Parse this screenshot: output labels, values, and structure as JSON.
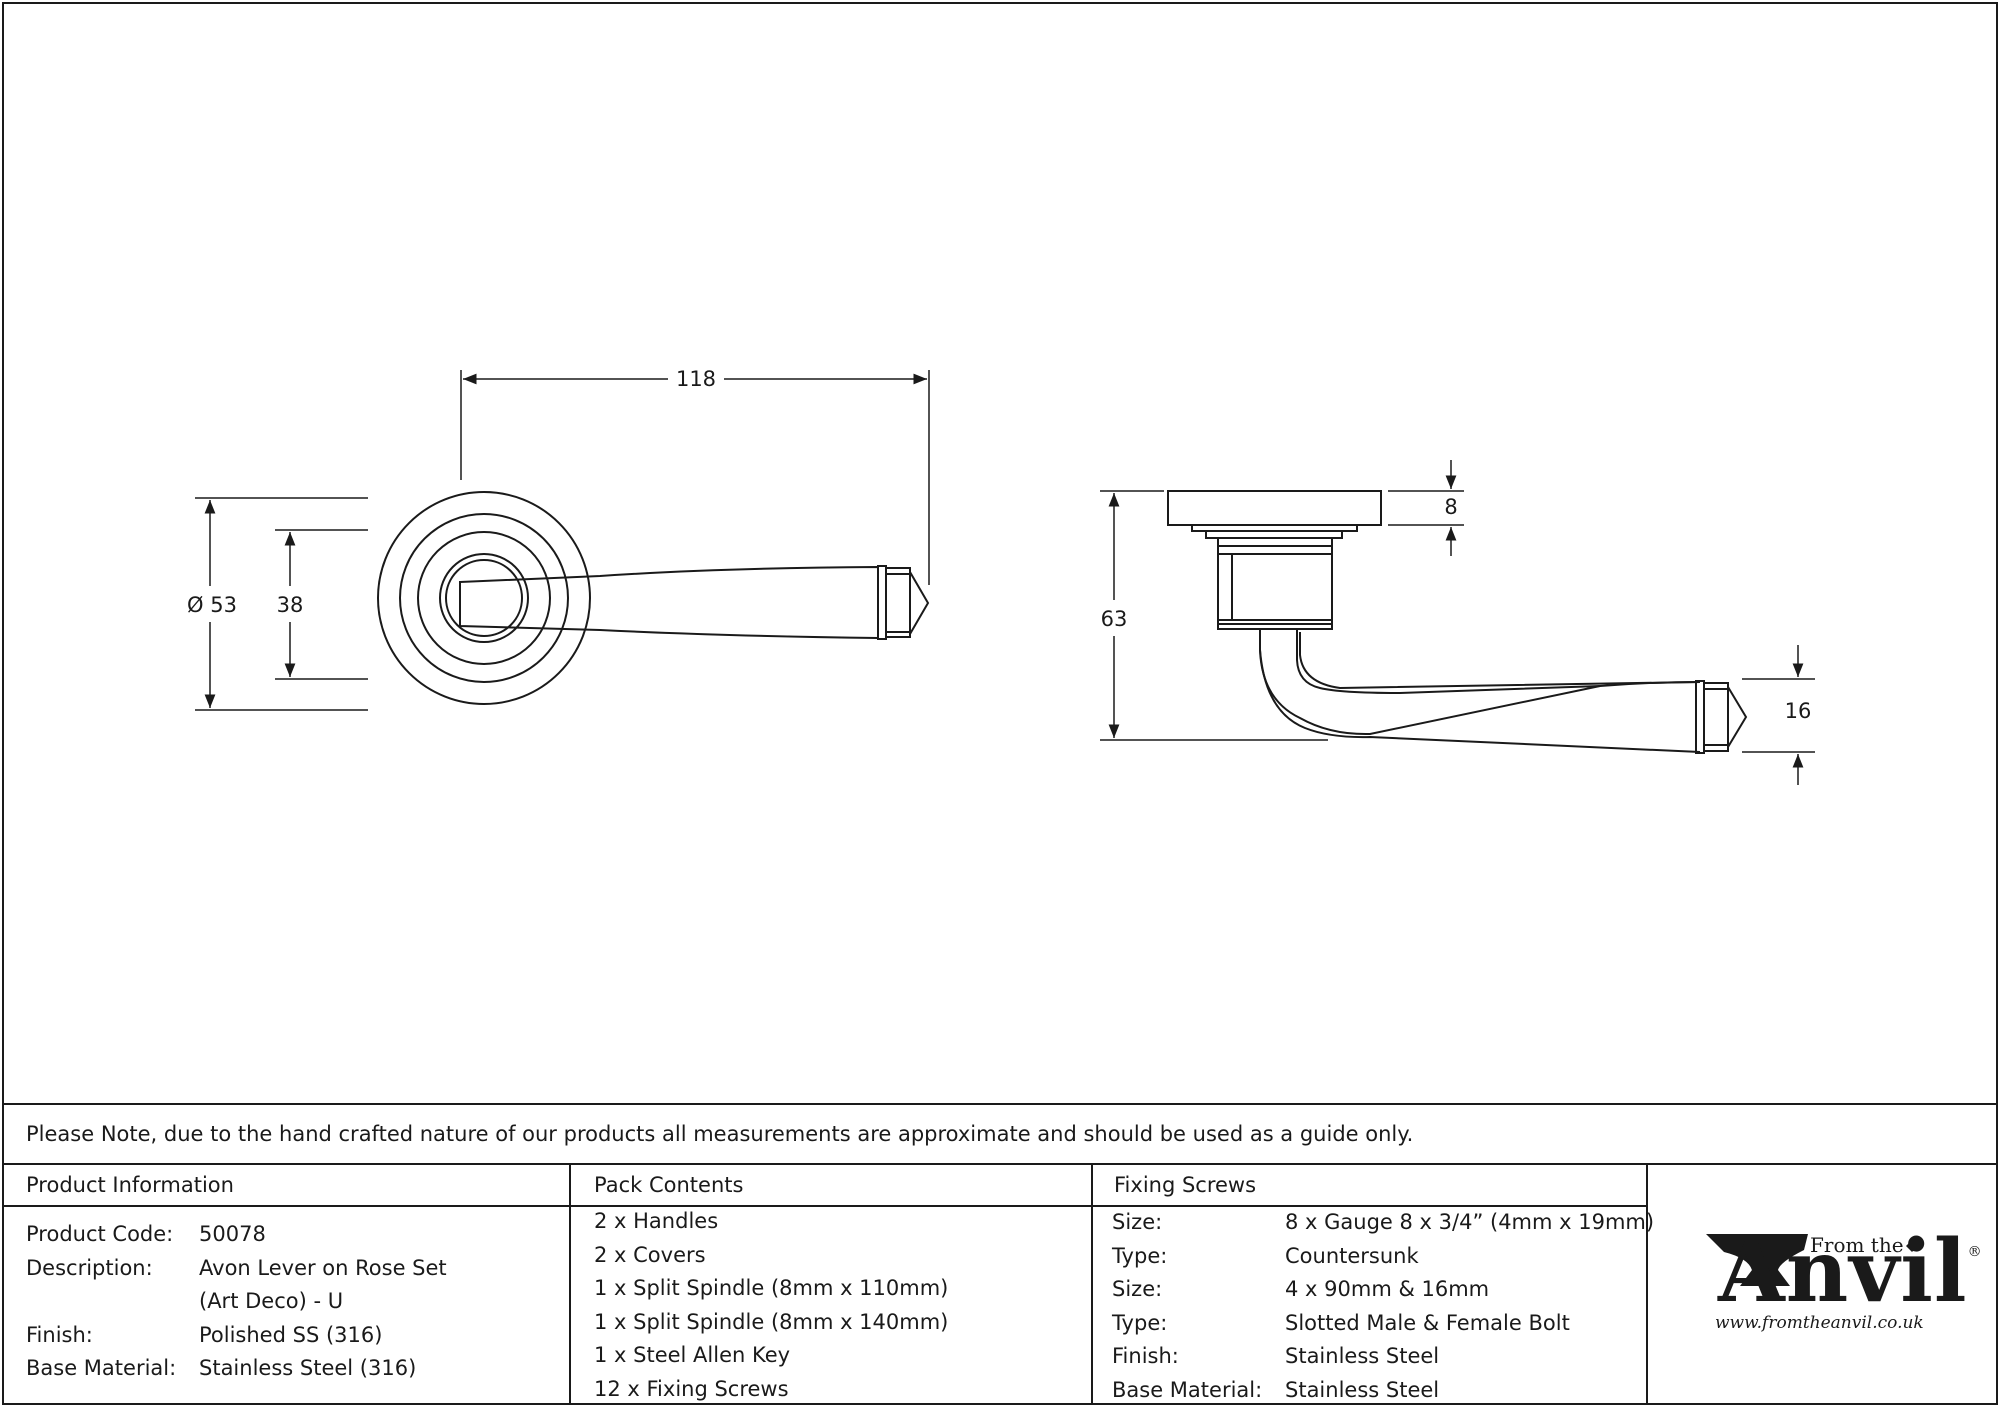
{
  "drawing": {
    "front_view": {
      "width_dim": "118",
      "rose_diameter_dim": "Ø 53",
      "inner_rose_dim": "38"
    },
    "side_view": {
      "height_dim": "63",
      "rose_thickness_dim": "8",
      "lever_tip_dim": "16"
    }
  },
  "note": "Please Note, due to the hand crafted nature of our products all measurements are approximate and should be used as a guide only.",
  "product_info": {
    "heading": "Product Information",
    "rows": [
      {
        "label": "Product Code:",
        "value": "50078"
      },
      {
        "label": "Description:",
        "value": "Avon Lever on Rose Set"
      },
      {
        "label": "",
        "value": "(Art Deco) - U"
      },
      {
        "label": "Finish:",
        "value": "Polished SS (316)"
      },
      {
        "label": "Base Material:",
        "value": "Stainless Steel (316)"
      }
    ]
  },
  "pack_contents": {
    "heading": "Pack Contents",
    "items": [
      "2 x Handles",
      "2 x Covers",
      "1 x Split Spindle (8mm x 110mm)",
      "1 x Split Spindle (8mm x 140mm)",
      "1 x Steel Allen Key",
      "12 x Fixing Screws"
    ]
  },
  "fixing_screws": {
    "heading": "Fixing Screws",
    "rows": [
      {
        "label": "Size:",
        "value": "8 x Gauge 8 x 3/4” (4mm x 19mm)"
      },
      {
        "label": "Type:",
        "value": "Countersunk"
      },
      {
        "label": "Size:",
        "value": "4 x 90mm & 16mm"
      },
      {
        "label": "Type:",
        "value": "Slotted Male & Female Bolt"
      },
      {
        "label": "Finish:",
        "value": "Stainless Steel"
      },
      {
        "label": "Base Material:",
        "value": "Stainless Steel"
      }
    ]
  },
  "logo": {
    "top_text": "From the",
    "word": "Anvil",
    "registered": "®",
    "url": "www.fromtheanvil.co.uk"
  }
}
